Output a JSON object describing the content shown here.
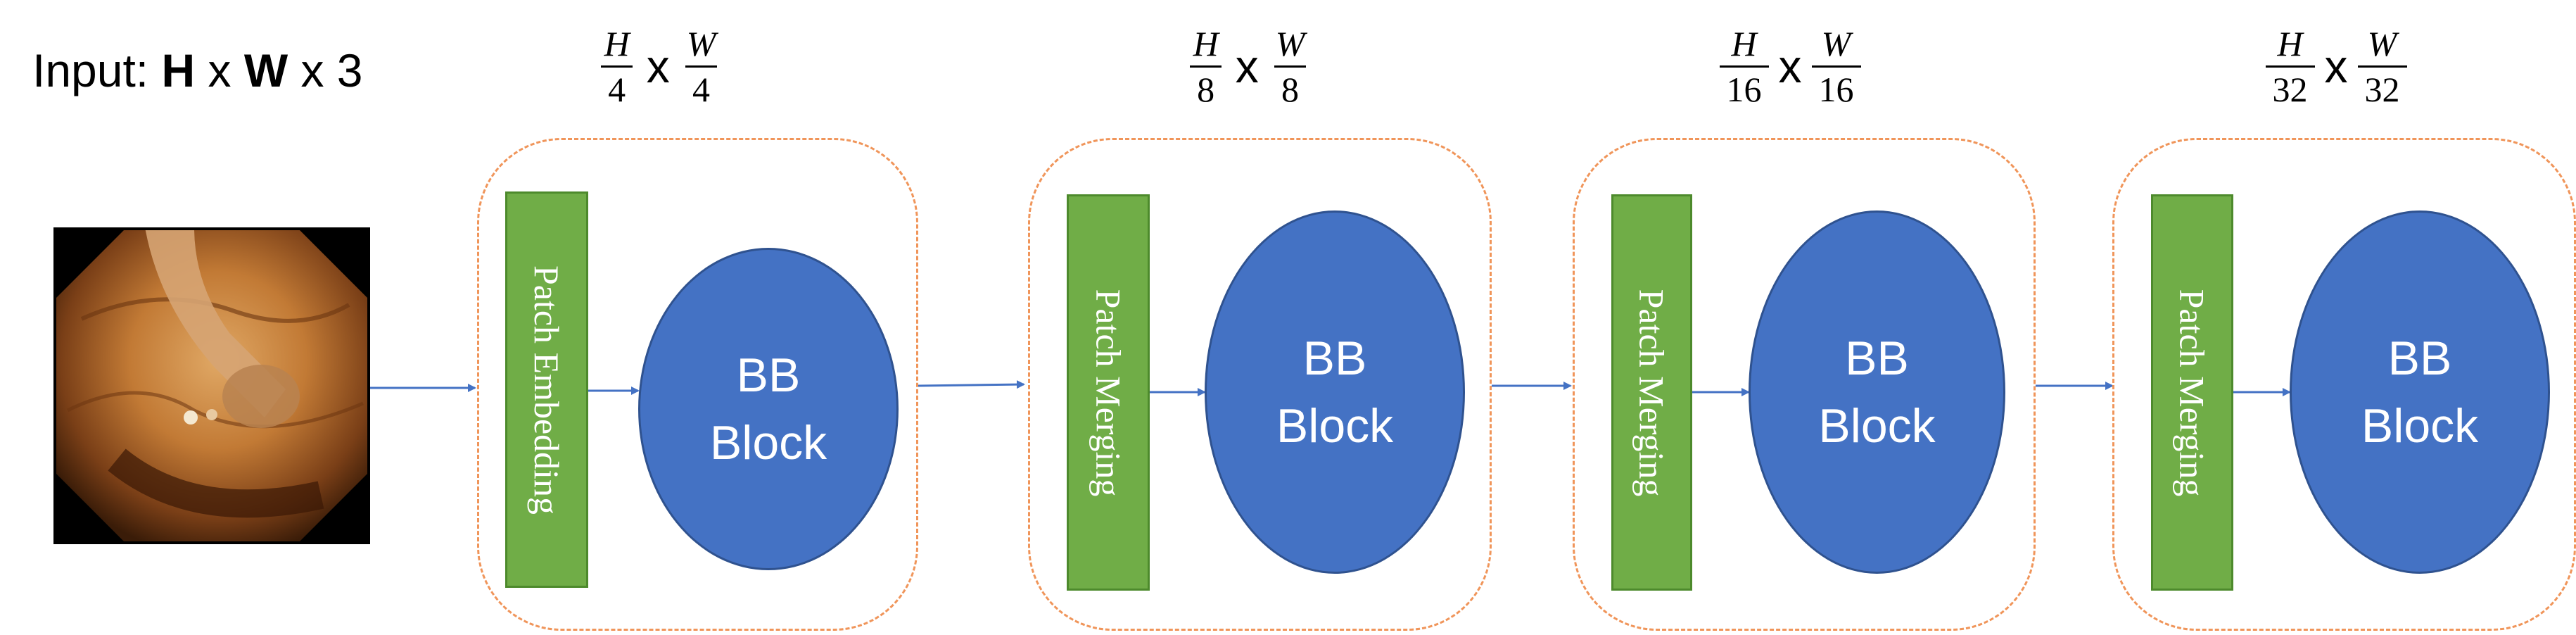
{
  "input": {
    "prefix": "Input: ",
    "h": "H",
    "x1": " x ",
    "w": "W",
    "x2": " x 3"
  },
  "stages": [
    {
      "dim": {
        "h_num": "H",
        "h_den": "4",
        "w_num": "W",
        "w_den": "4",
        "times": "x"
      },
      "patch_label": "Patch Embedding",
      "bb_line1": "BB",
      "bb_line2": "Block"
    },
    {
      "dim": {
        "h_num": "H",
        "h_den": "8",
        "w_num": "W",
        "w_den": "8",
        "times": "x"
      },
      "patch_label": "Patch Merging",
      "bb_line1": "BB",
      "bb_line2": "Block"
    },
    {
      "dim": {
        "h_num": "H",
        "h_den": "16",
        "w_num": "W",
        "w_den": "16",
        "times": "x"
      },
      "patch_label": "Patch Merging",
      "bb_line1": "BB",
      "bb_line2": "Block"
    },
    {
      "dim": {
        "h_num": "H",
        "h_den": "32",
        "w_num": "W",
        "w_den": "32",
        "times": "x"
      },
      "patch_label": "Patch Merging",
      "bb_line1": "BB",
      "bb_line2": "Block"
    }
  ],
  "colors": {
    "patch_fill": "#70ad47",
    "bb_fill": "#4472c4",
    "stage_border": "#f0955a",
    "arrow": "#4472c4"
  },
  "input_image": "endoscopy-photo"
}
